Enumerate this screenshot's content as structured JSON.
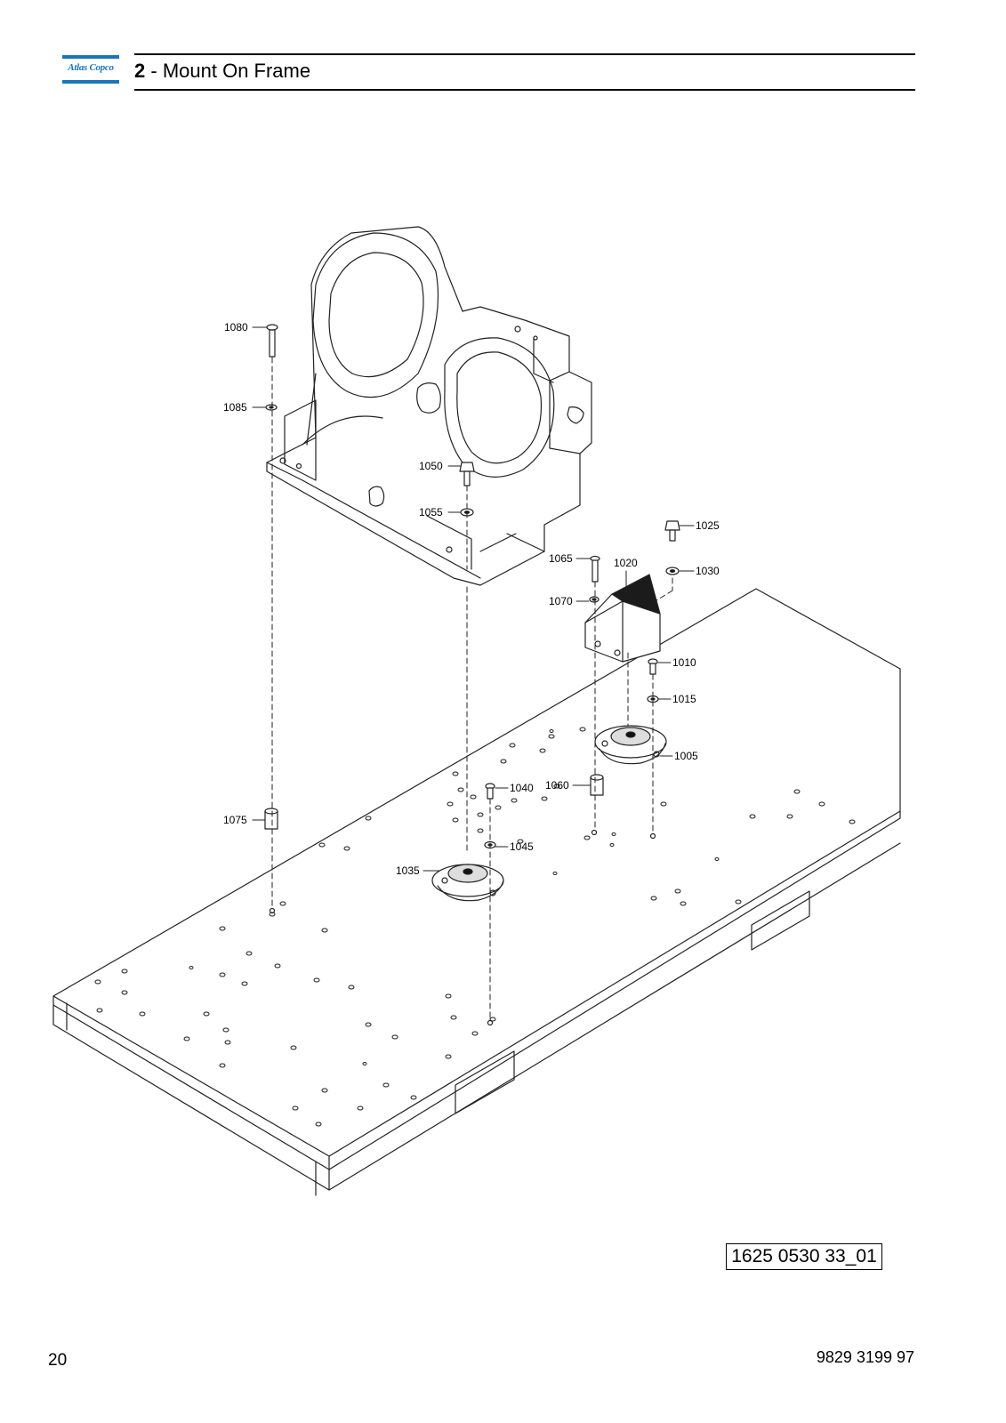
{
  "header": {
    "logo_text": "Atlas Copco",
    "section_number": "2",
    "section_separator": "-",
    "section_title": "Mount On Frame"
  },
  "callouts": [
    {
      "key": "c1080",
      "label": "1080"
    },
    {
      "key": "c1085",
      "label": "1085"
    },
    {
      "key": "c1050",
      "label": "1050"
    },
    {
      "key": "c1055",
      "label": "1055"
    },
    {
      "key": "c1025",
      "label": "1025"
    },
    {
      "key": "c1030",
      "label": "1030"
    },
    {
      "key": "c1065",
      "label": "1065"
    },
    {
      "key": "c1020",
      "label": "1020"
    },
    {
      "key": "c1070",
      "label": "1070"
    },
    {
      "key": "c1010",
      "label": "1010"
    },
    {
      "key": "c1015",
      "label": "1015"
    },
    {
      "key": "c1005",
      "label": "1005"
    },
    {
      "key": "c1060",
      "label": "1060"
    },
    {
      "key": "c1040",
      "label": "1040"
    },
    {
      "key": "c1075",
      "label": "1075"
    },
    {
      "key": "c1045",
      "label": "1045"
    },
    {
      "key": "c1035",
      "label": "1035"
    }
  ],
  "drawing_reference": "1625 0530 33_01",
  "footer": {
    "page_number": "20",
    "document_number": "9829 3199 97"
  }
}
